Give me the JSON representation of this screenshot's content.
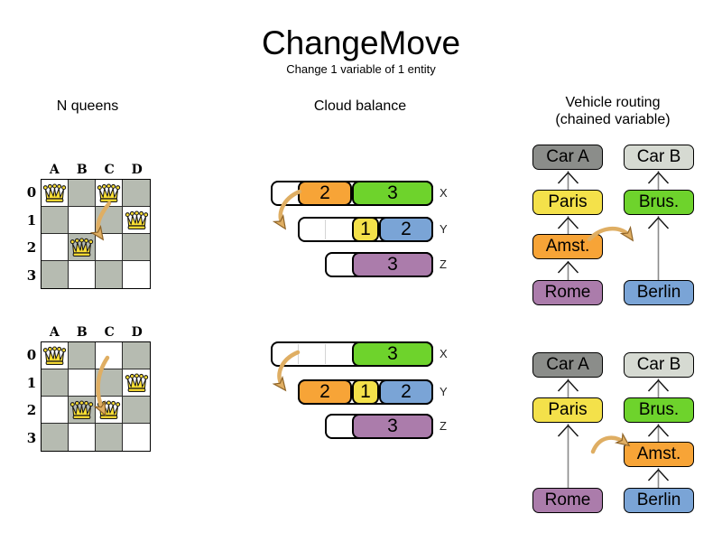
{
  "title": "ChangeMove",
  "subtitle": "Change 1 variable of 1 entity",
  "sections": {
    "nqueens": {
      "title": "N queens"
    },
    "cloud": {
      "title": "Cloud balance"
    },
    "vehicle": {
      "title": "Vehicle routing",
      "subtitle": "(chained variable)"
    }
  },
  "nqueens": {
    "column_labels": [
      "A",
      "B",
      "C",
      "D"
    ],
    "row_labels": [
      "0",
      "1",
      "2",
      "3"
    ],
    "boards": [
      {
        "id": "top",
        "queens": [
          "A0",
          "C0",
          "D1",
          "B2"
        ],
        "move_from": "C0",
        "move_to": "C2"
      },
      {
        "id": "bottom",
        "queens": [
          "A0",
          "D1",
          "B2",
          "C2"
        ],
        "move_from": "C0",
        "move_to": "C2"
      }
    ]
  },
  "cloud": {
    "computers": [
      "X",
      "Y",
      "Z"
    ],
    "before": {
      "x": [
        {
          "value": "2",
          "color": "orange"
        },
        {
          "value": "3",
          "color": "green"
        }
      ],
      "y": [
        {
          "value": "1",
          "color": "yellow"
        },
        {
          "value": "2",
          "color": "blue"
        }
      ],
      "z": [
        {
          "value": "3",
          "color": "purple"
        }
      ],
      "move": "process 2 from X to Y"
    },
    "after": {
      "x": [
        {
          "value": "3",
          "color": "green"
        }
      ],
      "y": [
        {
          "value": "2",
          "color": "orange"
        },
        {
          "value": "1",
          "color": "yellow"
        },
        {
          "value": "2",
          "color": "blue"
        }
      ],
      "z": [
        {
          "value": "3",
          "color": "purple"
        }
      ]
    }
  },
  "vehicle": {
    "before": {
      "chains": [
        [
          "Car A",
          "Paris",
          "Amst.",
          "Rome"
        ],
        [
          "Car B",
          "Brus.",
          "Berlin"
        ]
      ],
      "move": "Amst. from car A chain to car B chain"
    },
    "after": {
      "chains": [
        [
          "Car A",
          "Paris",
          "Rome"
        ],
        [
          "Car B",
          "Brus.",
          "Amst.",
          "Berlin"
        ]
      ]
    }
  },
  "colors": {
    "orange": "#F7A437",
    "green": "#6ED32C",
    "yellow": "#F4E14A",
    "blue": "#7AA4D6",
    "purple": "#AB7CAB",
    "car_dark": "#8B8D8A",
    "car_light": "#D6DAD2",
    "board_dark": "#B6BBB1",
    "arrow": "#DFAE63"
  }
}
